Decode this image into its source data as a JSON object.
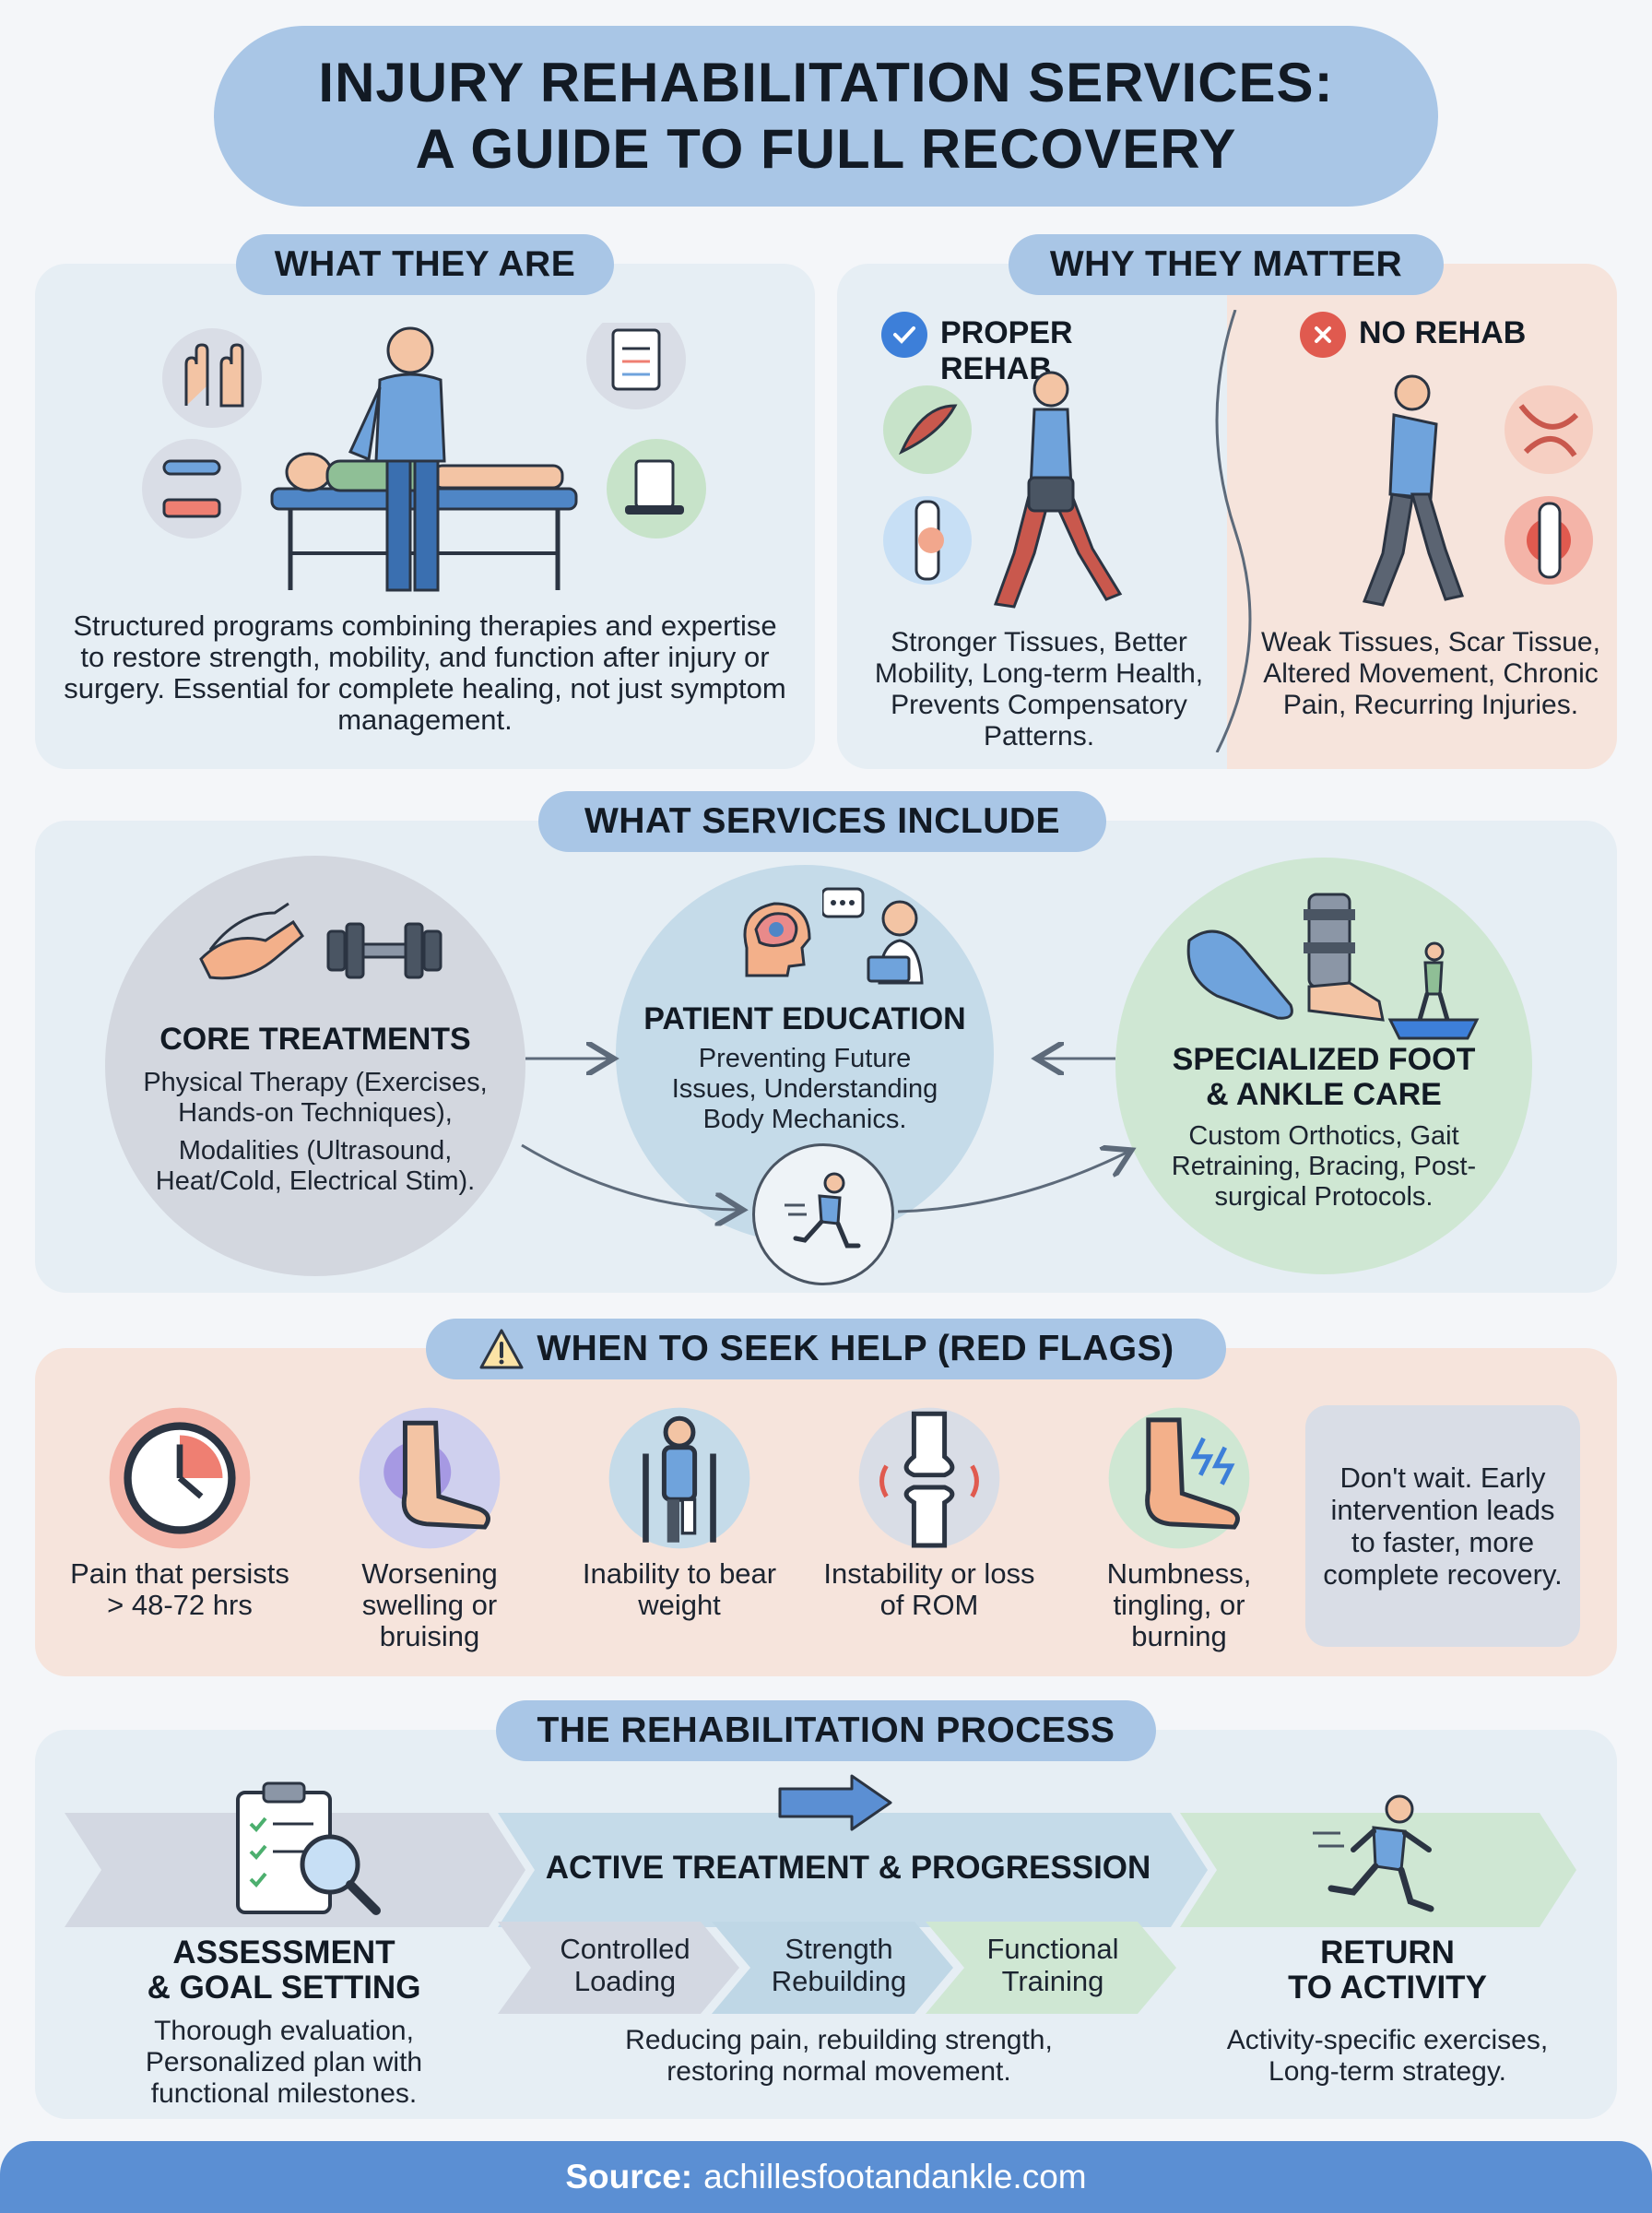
{
  "title": {
    "line1": "INJURY REHABILITATION SERVICES:",
    "line2": "A GUIDE TO FULL RECOVERY"
  },
  "what_they_are": {
    "heading": "WHAT THEY ARE",
    "description": "Structured programs combining therapies and expertise to restore strength, mobility, and function after injury or surgery. Essential for complete healing, not just symptom management."
  },
  "why_they_matter": {
    "heading": "WHY THEY MATTER",
    "proper": {
      "label": "PROPER REHAB",
      "description": "Stronger Tissues, Better Mobility, Long-term Health, Prevents Compensatory Patterns."
    },
    "none": {
      "label": "NO REHAB",
      "description": "Weak Tissues, Scar Tissue, Altered Movement, Chronic Pain, Recurring Injuries."
    }
  },
  "services": {
    "heading": "WHAT SERVICES INCLUDE",
    "core": {
      "title": "CORE TREATMENTS",
      "line1": "Physical Therapy (Exercises, Hands-on Techniques),",
      "line2": "Modalities (Ultrasound, Heat/Cold, Electrical Stim)."
    },
    "education": {
      "title": "PATIENT EDUCATION",
      "description": "Preventing Future Issues, Understanding Body Mechanics."
    },
    "foot": {
      "title_line1": "SPECIALIZED FOOT",
      "title_line2": "& ANKLE CARE",
      "description": "Custom Orthotics, Gait Retraining, Bracing, Post-surgical Protocols."
    }
  },
  "red_flags": {
    "heading": "WHEN TO SEEK HELP (RED FLAGS)",
    "items": [
      {
        "label": "Pain that persists > 48-72 hrs",
        "icon": "clock-icon"
      },
      {
        "label": "Worsening swelling or bruising",
        "icon": "swollen-foot-icon"
      },
      {
        "label": "Inability to bear weight",
        "icon": "crutches-icon"
      },
      {
        "label": "Instability or loss of ROM",
        "icon": "knee-joint-icon"
      },
      {
        "label": "Numbness, tingling, or burning",
        "icon": "tingling-foot-icon"
      }
    ],
    "note": "Don't wait. Early intervention leads to faster, more complete recovery."
  },
  "process": {
    "heading": "THE REHABILITATION PROCESS",
    "assessment": {
      "title_line1": "ASSESSMENT",
      "title_line2": "& GOAL SETTING",
      "description": "Thorough evaluation, Personalized plan with functional milestones."
    },
    "active": {
      "title": "ACTIVE TREATMENT & PROGRESSION",
      "steps": [
        "Controlled Loading",
        "Strength Rebuilding",
        "Functional Training"
      ],
      "description": "Reducing pain, rebuilding strength, restoring normal movement."
    },
    "return": {
      "title_line1": "RETURN",
      "title_line2": "TO ACTIVITY",
      "description": "Activity-specific exercises, Long-term strategy."
    }
  },
  "source": {
    "label": "Source:",
    "url": "achillesfootandankle.com"
  },
  "colors": {
    "pill_blue": "#a9c6e6",
    "panel_blue": "#e6eef4",
    "panel_peach": "#f6e4dc",
    "footer_blue": "#5b8fd3",
    "check_blue": "#3d7fd9",
    "cross_red": "#e05a4f"
  }
}
